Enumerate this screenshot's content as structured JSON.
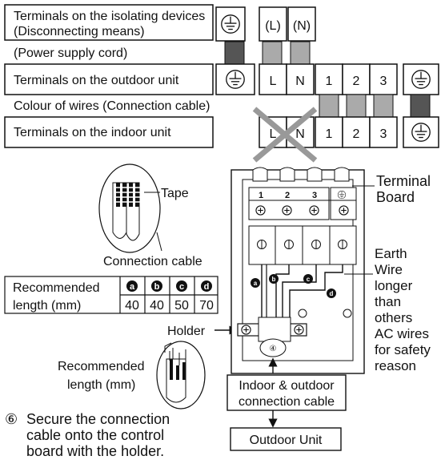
{
  "top_table": {
    "isolating_label_line1": "Terminals on the isolating devices",
    "isolating_label_line2": "(Disconnecting means)",
    "isolating_terminals": [
      "(L)",
      "(N)"
    ],
    "power_cord_label": "(Power supply cord)",
    "outdoor_label": "Terminals on the outdoor unit",
    "outdoor_terminals": [
      "L",
      "N",
      "1",
      "2",
      "3"
    ],
    "wire_colour_label": "Colour of wires (Connection cable)",
    "indoor_label": "Terminals on the indoor unit",
    "indoor_terminals": [
      "L",
      "N",
      "1",
      "2",
      "3"
    ]
  },
  "cable_detail": {
    "tape_label": "Tape",
    "cable_label": "Connection cable"
  },
  "length_table": {
    "label_line1": "Recommended",
    "label_line2": "length (mm)",
    "keys": [
      "a",
      "b",
      "c",
      "d"
    ],
    "values": [
      "40",
      "40",
      "50",
      "70"
    ]
  },
  "holder_label": "Holder",
  "lower_detail": {
    "label_line1": "Recommended",
    "label_line2": "length (mm)"
  },
  "terminal_board": {
    "label_line1": "Terminal",
    "label_line2": "Board",
    "terminal_numbers": [
      "1",
      "2",
      "3"
    ],
    "holder_number": "④"
  },
  "earth_note": [
    "Earth",
    "Wire",
    "longer",
    "than",
    "others",
    "AC wires",
    "for safety",
    "reason"
  ],
  "connection_box": {
    "line1": "Indoor & outdoor",
    "line2": "connection cable"
  },
  "outdoor_unit_label": "Outdoor Unit",
  "step": {
    "number": "⑥",
    "line1": "Secure the connection",
    "line2": "cable onto the control",
    "line3": "board with the holder."
  }
}
